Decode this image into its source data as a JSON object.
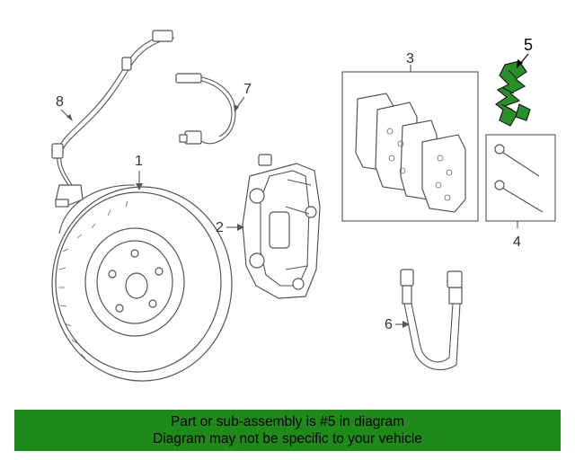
{
  "colors": {
    "highlight": "#2a8f2a",
    "banner_bg": "#1f8a1a",
    "line": "#555555"
  },
  "callouts": {
    "rotor": "1",
    "caliper": "2",
    "pads": "3",
    "pins": "4",
    "hardware": "5",
    "hose": "6",
    "pad_sensor": "7",
    "speed_sensor": "8"
  },
  "highlighted_part": "5",
  "banner": {
    "line1": "Part or sub-assembly is #5 in diagram",
    "line2": "Diagram may not be specific to your vehicle"
  }
}
